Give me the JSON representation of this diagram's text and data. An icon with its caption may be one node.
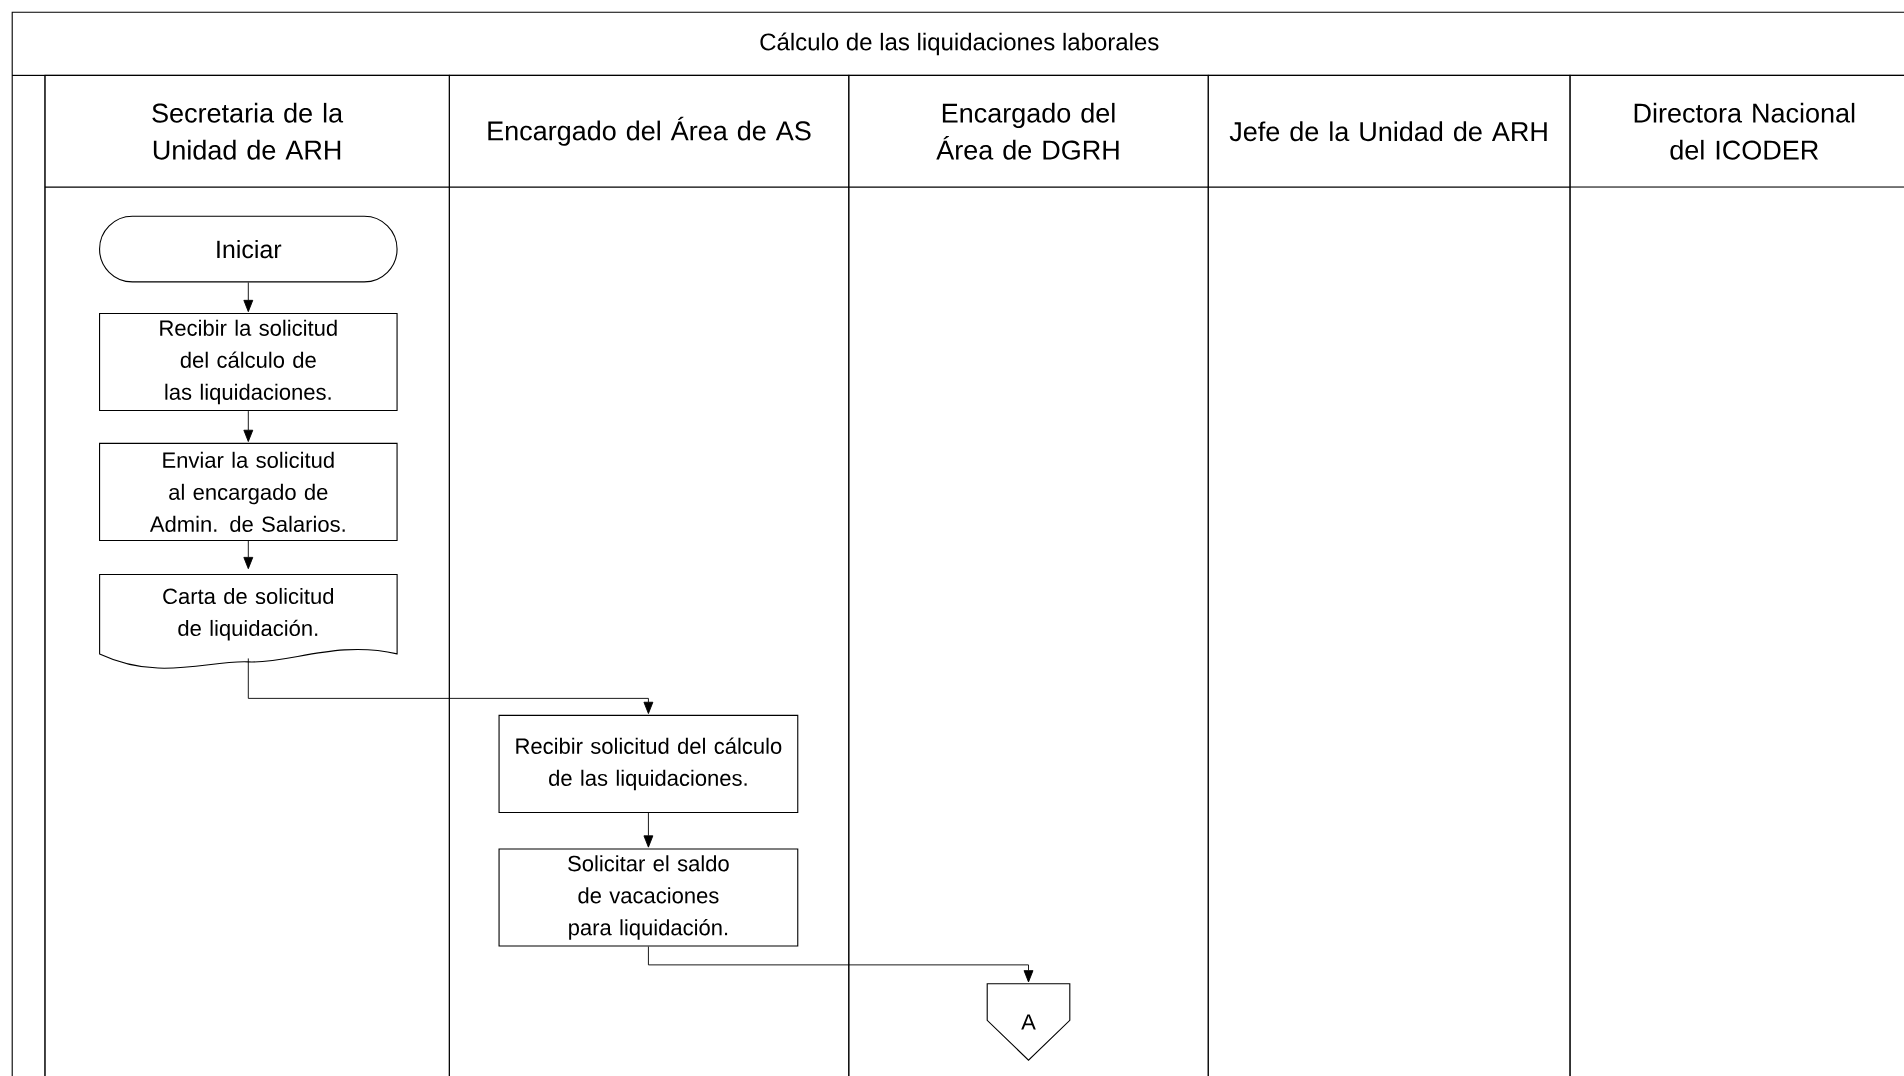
{
  "diagram": {
    "nodes": [
      {
        "text": [
          "Cálculo de las liquidaciones laborales"
        ]
      },
      {
        "text": [
          "Secretaria de la Unidad de ARH"
        ],
        "in": 0
      },
      {
        "text": [
          "Encargado del Área de AS"
        ],
        "in": 0
      },
      {
        "text": [
          "Encargado del Área de DGRH"
        ],
        "in": 0
      },
      {
        "text": [
          "Jefe de la Unidad de ARH"
        ],
        "in": 0
      },
      {
        "text": [
          "Directora Nacional del ICODER"
        ],
        "in": 0
      },
      {
        "text": [
          "Iniciar"
        ],
        "in": 1
      },
      {
        "text": [
          "Recibir la solicitud del cálculo de las liquidaciones."
        ],
        "in": 1
      },
      {
        "text": [
          "Enviar la solicitud al encargado de Admin. de Salarios."
        ],
        "in": 1
      },
      {
        "text": [
          "Carta de solicitud de liquidación."
        ],
        "in": 1
      },
      {
        "text": [
          "Recibir solicitud del cálculo de las liquidaciones."
        ],
        "in": 2
      },
      {
        "text": [
          "Solicitar el saldo de vacaciones para liquidación."
        ],
        "in": 2
      },
      {
        "text": [
          "A"
        ],
        "in": 3
      }
    ],
    "edges": [
      {
        "from": 6,
        "to": 7,
        "arrow": "to"
      },
      {
        "from": 7,
        "to": 8,
        "arrow": "to"
      },
      {
        "from": 8,
        "to": 9,
        "arrow": "to"
      },
      {
        "from": 9,
        "to": 10,
        "arrow": "to"
      },
      {
        "from": 10,
        "to": 11,
        "arrow": "to"
      },
      {
        "from": 11,
        "to": 12,
        "arrow": "to"
      }
    ]
  }
}
